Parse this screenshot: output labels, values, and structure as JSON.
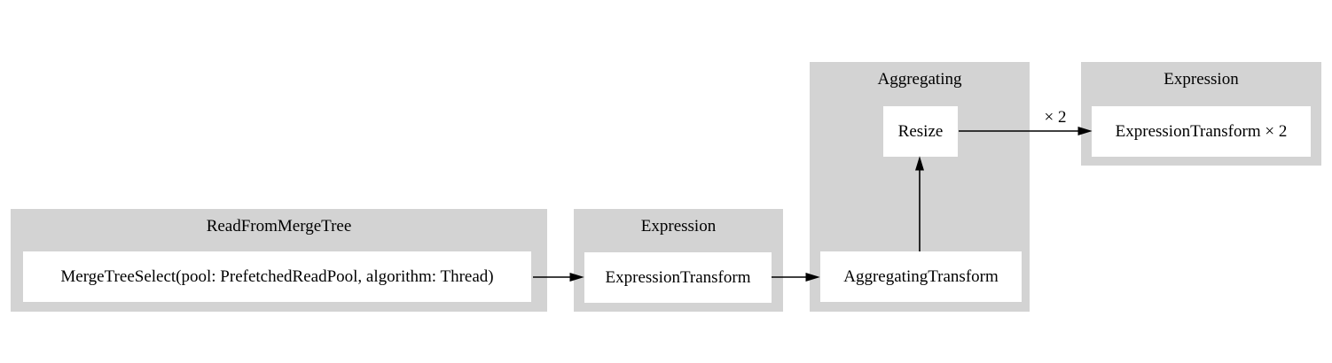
{
  "diagram": {
    "background_color": "#ffffff",
    "cluster_fill_color": "#d3d3d3",
    "node_fill_color": "#ffffff",
    "edge_color": "#000000",
    "clusters": [
      {
        "label": "ReadFromMergeTree"
      },
      {
        "label": "Expression"
      },
      {
        "label": "Aggregating"
      },
      {
        "label": "Expression"
      }
    ],
    "nodes": [
      {
        "label": "MergeTreeSelect(pool: PrefetchedReadPool, algorithm: Thread)"
      },
      {
        "label": "ExpressionTransform"
      },
      {
        "label": "AggregatingTransform"
      },
      {
        "label": "Resize"
      },
      {
        "label": "ExpressionTransform × 2"
      }
    ],
    "edges": [
      {
        "from": "MergeTreeSelect(pool: PrefetchedReadPool, algorithm: Thread)",
        "to": "ExpressionTransform",
        "label": ""
      },
      {
        "from": "ExpressionTransform",
        "to": "AggregatingTransform",
        "label": ""
      },
      {
        "from": "AggregatingTransform",
        "to": "Resize",
        "label": ""
      },
      {
        "from": "Resize",
        "to": "ExpressionTransform × 2",
        "label": "× 2"
      }
    ]
  }
}
